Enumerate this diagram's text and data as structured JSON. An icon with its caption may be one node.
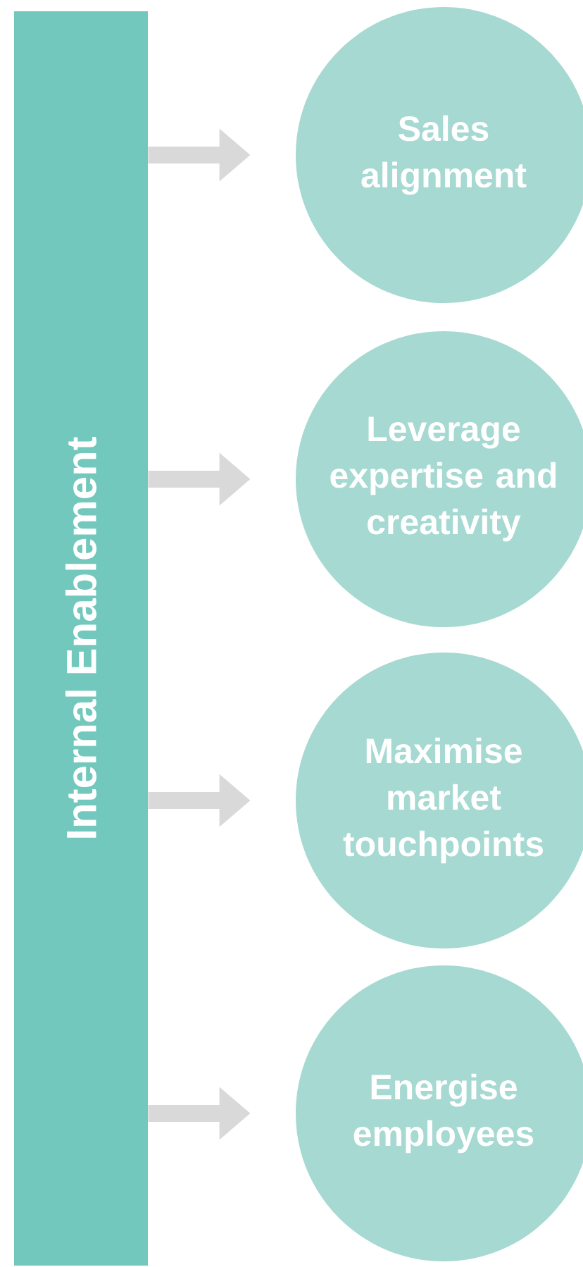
{
  "diagram": {
    "nodes": [
      {
        "text": [
          "Internal Enablement"
        ]
      },
      {
        "text": [
          "Sales alignment"
        ]
      },
      {
        "text": [
          "Leverage expertise and creativity"
        ]
      },
      {
        "text": [
          "Maximise market touchpoints"
        ]
      },
      {
        "text": [
          "Energise employees"
        ]
      }
    ],
    "edges": [
      {
        "from": 0,
        "to": 1,
        "arrow": "to"
      },
      {
        "from": 0,
        "to": 2,
        "arrow": "to"
      },
      {
        "from": 0,
        "to": 3,
        "arrow": "to"
      },
      {
        "from": 0,
        "to": 4,
        "arrow": "to"
      }
    ]
  }
}
